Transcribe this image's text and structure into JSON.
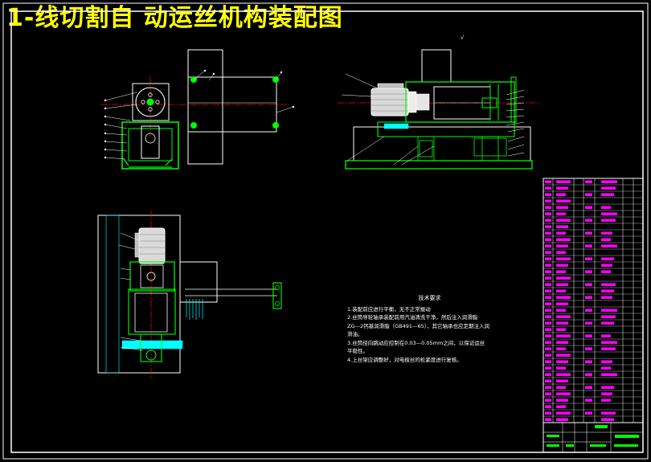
{
  "title": "1-线切割自 动运丝机构装配图",
  "technical_requirements": {
    "heading": "技术要求",
    "items": [
      "1.装配前应进行平衡，无不正常振动",
      "2.丝筒导轮轴承装配前用汽油清洗干净，然后注入润滑脂",
      "ZG—2钙基润滑脂（GB491—65），其它轴承也应定期注入润",
      "滑油。",
      "3.丝筒径向跳动应控制在0.03—0.05mm之间，以保证运丝",
      "平稳性。",
      "4.上丝架应调整好，对电极丝的松紧度进行复核。"
    ]
  },
  "colors": {
    "background": "#000000",
    "title": "#ffff00",
    "outline": "#ffffff",
    "parts": "#00ff00",
    "centerline": "#ff0000",
    "dimension": "#00ffff",
    "bom": "#ff00ff",
    "motor": "#dcdcdc"
  }
}
